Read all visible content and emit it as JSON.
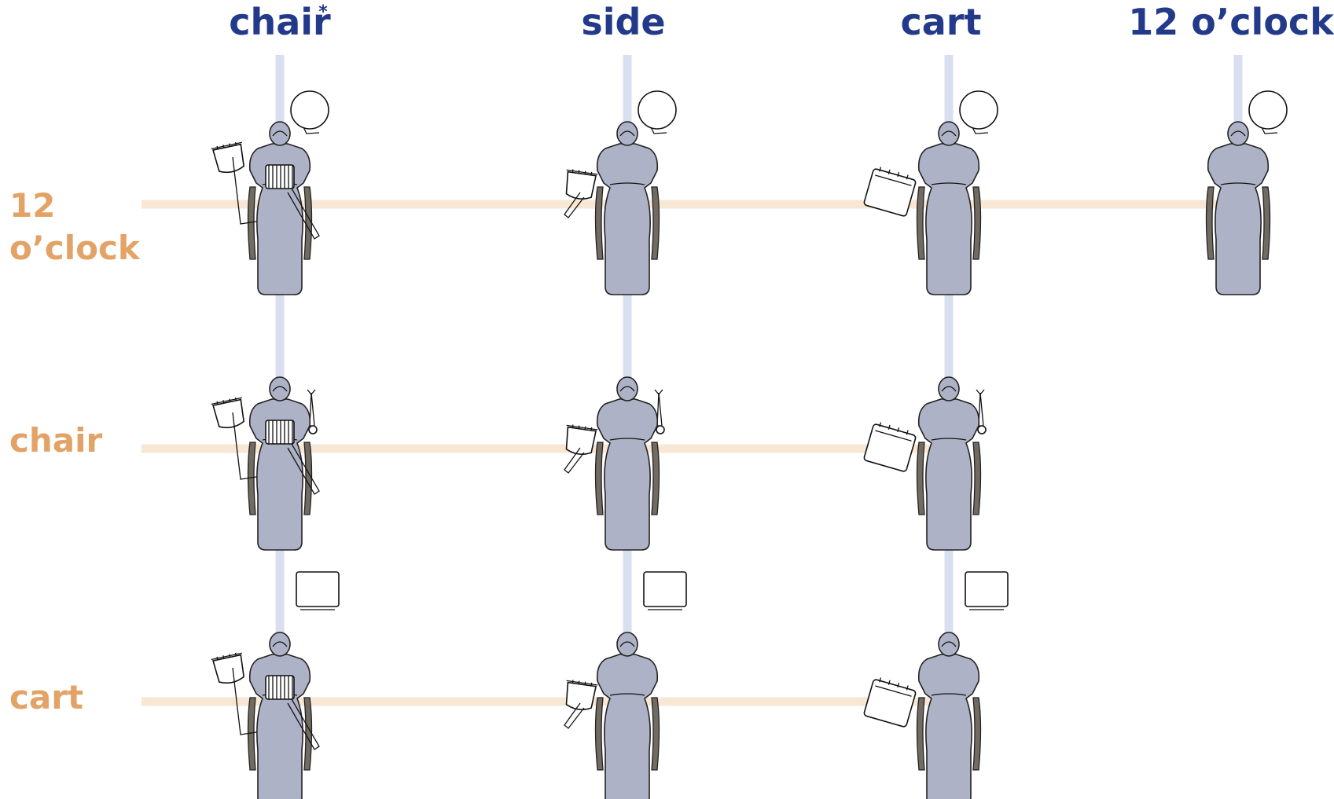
{
  "columns": [
    {
      "label": "chair",
      "marker": "*"
    },
    {
      "label": "side",
      "marker": ""
    },
    {
      "label": "cart",
      "marker": ""
    },
    {
      "label": "12 o’clock",
      "marker": ""
    }
  ],
  "rows": [
    {
      "label_lines": [
        "12",
        "o’clock"
      ]
    },
    {
      "label_lines": [
        "chair"
      ]
    },
    {
      "label_lines": [
        "cart"
      ]
    }
  ],
  "grid": [
    [
      {
        "delivery": "chair",
        "light": "12-oclock"
      },
      {
        "delivery": "side",
        "light": "12-oclock"
      },
      {
        "delivery": "cart",
        "light": "12-oclock"
      },
      {
        "delivery": "12-oclock",
        "light": "12-oclock"
      }
    ],
    [
      {
        "delivery": "chair",
        "light": "chair"
      },
      {
        "delivery": "side",
        "light": "chair"
      },
      {
        "delivery": "cart",
        "light": "chair"
      }
    ],
    [
      {
        "delivery": "chair",
        "light": "cart"
      },
      {
        "delivery": "side",
        "light": "cart"
      },
      {
        "delivery": "cart",
        "light": "cart"
      }
    ]
  ],
  "colors": {
    "column_heading": "#233a8b",
    "row_heading": "#e3a266",
    "column_line": "#d9dff0",
    "row_line": "#f8e7d4",
    "patient_drape": "#adb2c6",
    "chair_armrest": "#716b62"
  }
}
